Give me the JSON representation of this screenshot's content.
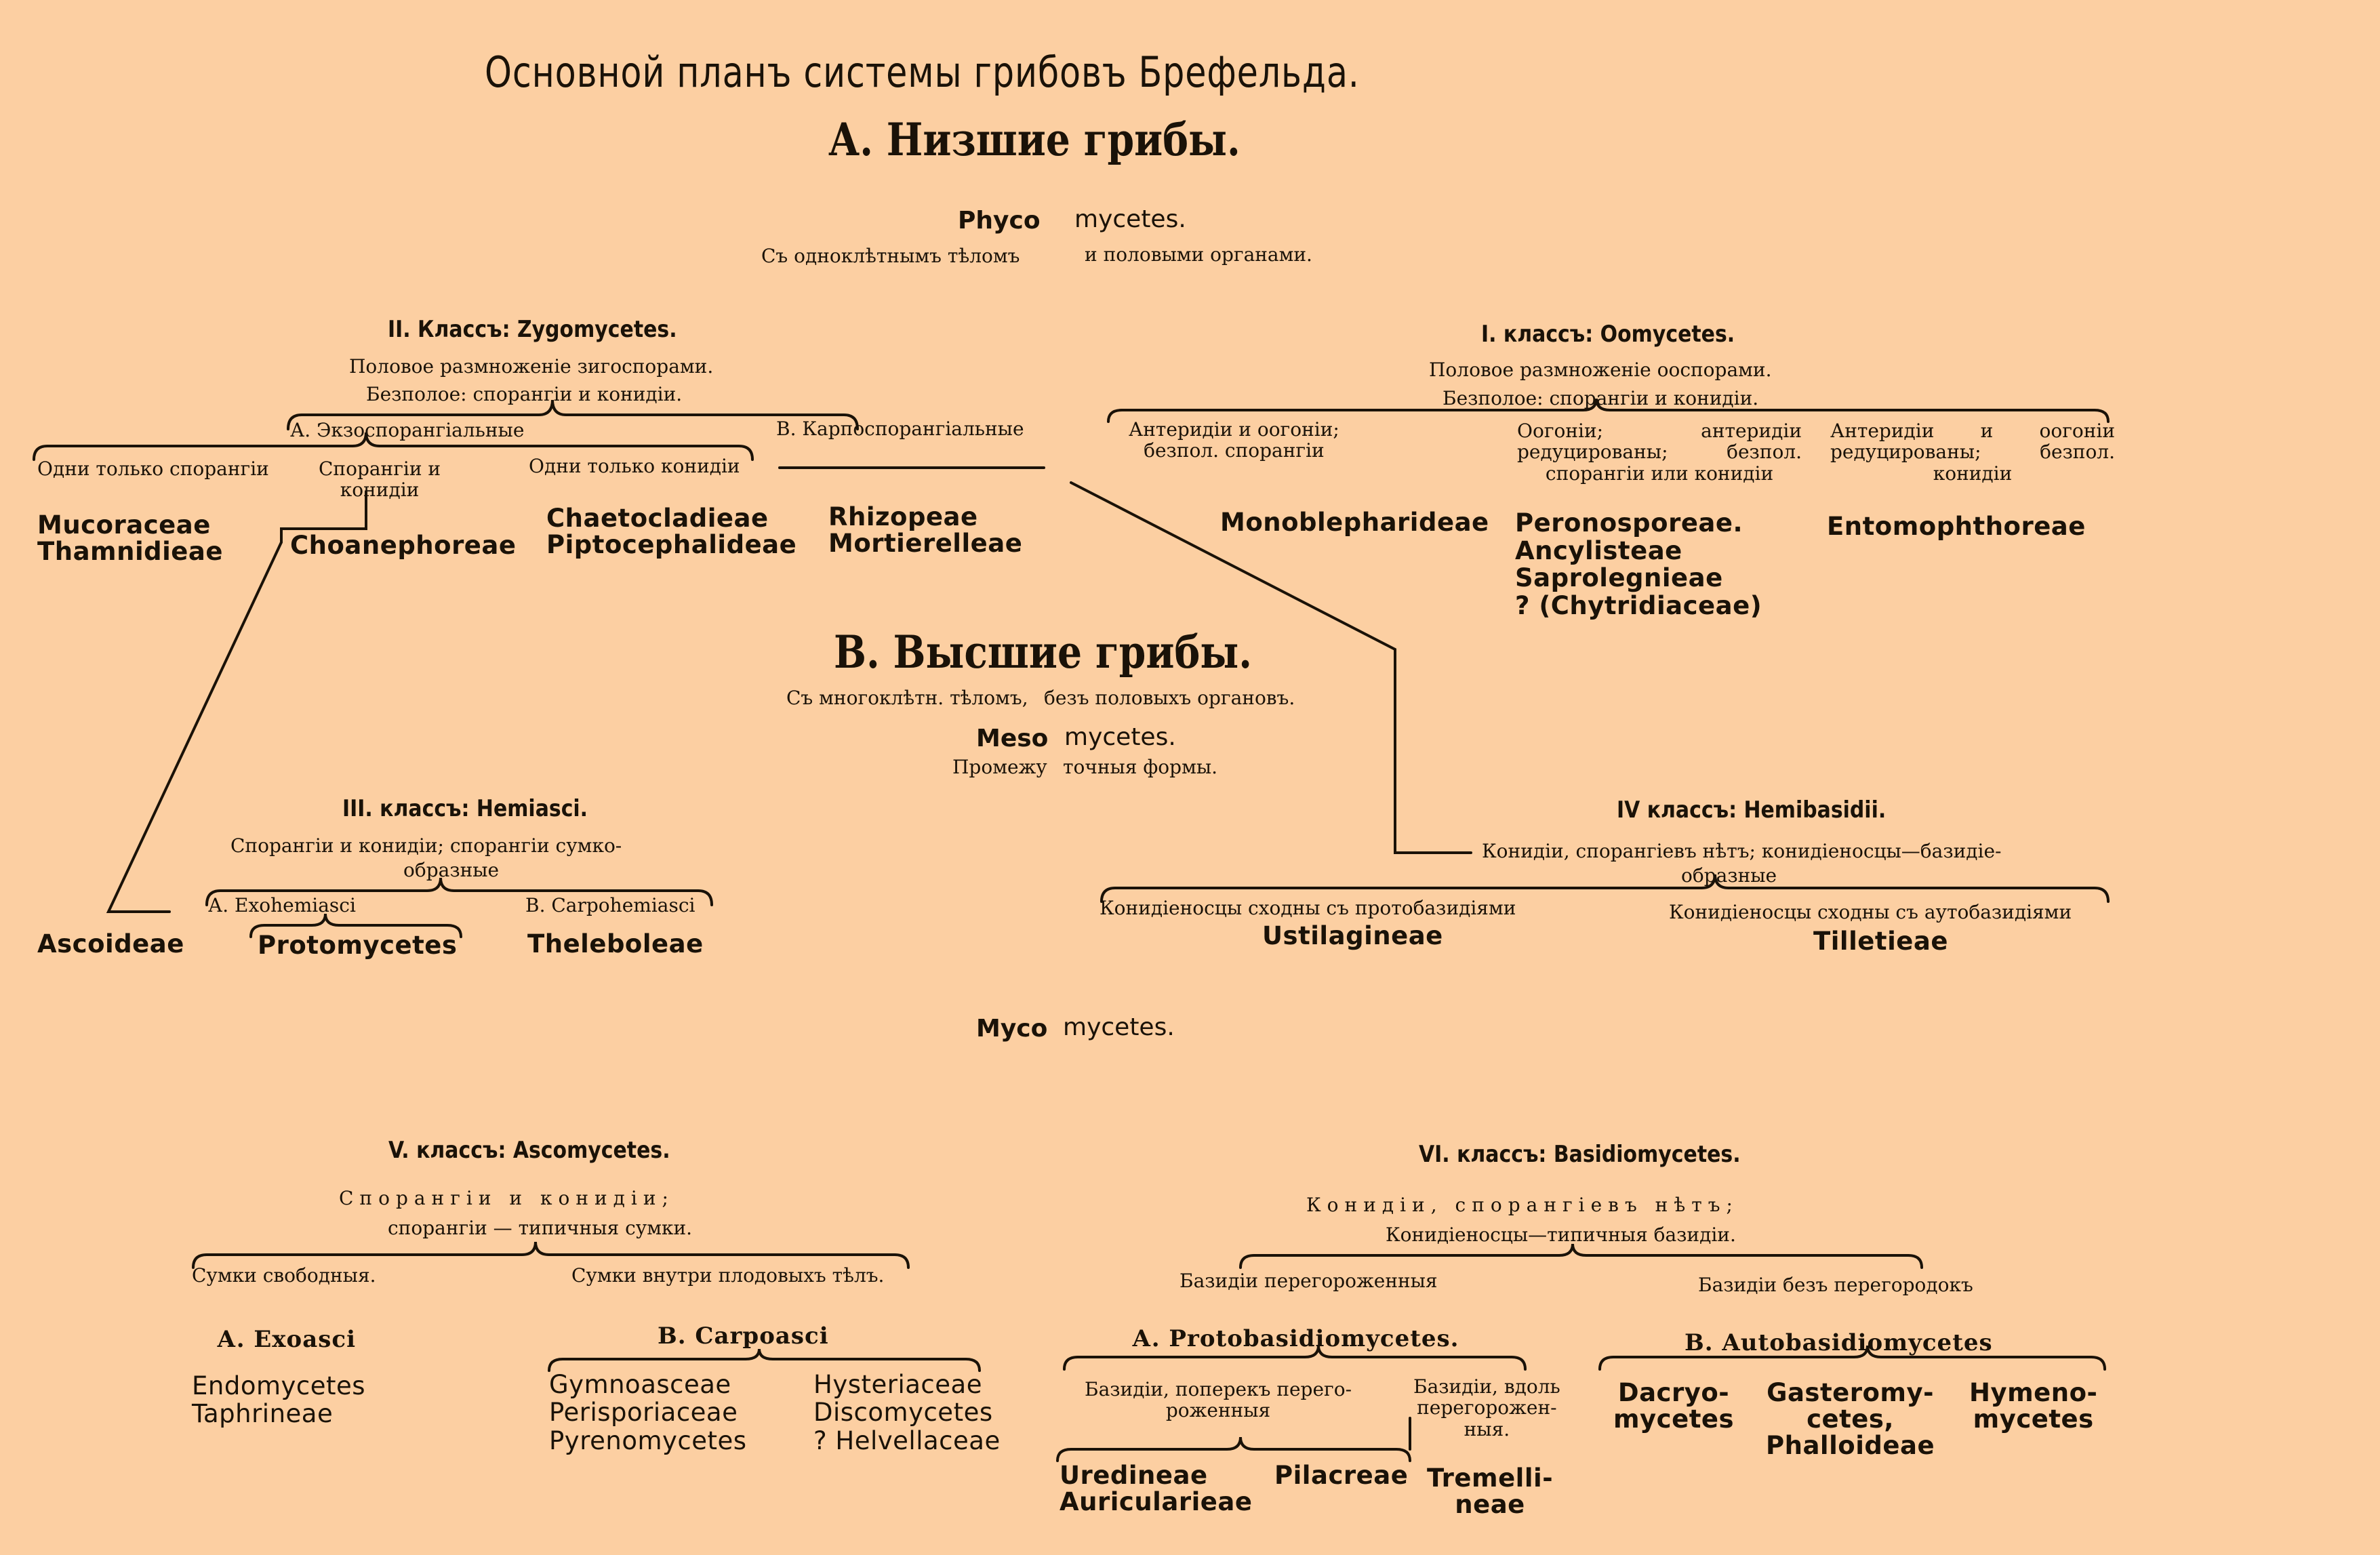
{
  "header": {
    "title": "Основной планъ системы грибовъ Брефельда.",
    "section_a": "А. Низшие грибы."
  },
  "phyco": {
    "name_a": "Phyco",
    "name_b": "mycetes.",
    "desc_a": "Съ одноклѣтнымъ тѣломъ",
    "desc_b": "и половыми органами."
  },
  "zygo": {
    "heading": "II. Классъ: Zygomycetes.",
    "line1": "Половое размноженiе зигоспорами.",
    "line2": "Безполое: спорангiи и конидiи.",
    "group_a": "А. Экзоспорангiальные",
    "group_b": "В. Карпоспорангiальные",
    "col1": "Одни только спорангiи",
    "col2": "Спорангiи и\nконидiи",
    "col3": "Одни только конидiи",
    "taxa1": "Mucoraceae\nThamnidieae",
    "taxa2": "Choanephoreae",
    "taxa3": "Chaetocladieae\nPiptocephalideae",
    "taxa4": "Rhizopeae\nMortierelleae"
  },
  "oomy": {
    "heading": "I. классъ: Oomycetes.",
    "line1": "Половое размноженiе ооспорами.",
    "line2": "Безполое: спорангiи и конидiи.",
    "col1": "Антеридiи и оогонiи;\nбезпол. спорангiи",
    "col2": "Оогонiи; антеридiи редуцированы; безпол. спорангiи или конидiи",
    "col3": "Антеридiи и оогонiи редуцированы; безпол. конидiи",
    "taxa1": "Monoblepharideae",
    "taxa2": "Peronosporeae.\nAncylisteae\nSaprolegnieae\n? (Chytridiaceae)",
    "taxa3": "Entomophthoreae"
  },
  "higher": {
    "section_b": "В. Высшие грибы.",
    "desc_a": "Съ многоклѣтн. тѣломъ,",
    "desc_b": "безъ половыхъ органовъ.",
    "meso_a": "Meso",
    "meso_b": "mycetes.",
    "inter_a": "Промежу",
    "inter_b": "точныя формы."
  },
  "hemiasci": {
    "heading": "III. классъ: Hemiasci.",
    "line1": "Спорангiи и конидiи; спорангiи сумко-",
    "line2": "образные",
    "group_a": "А. Exohemiasci",
    "group_b": "В. Carpohemiasci",
    "taxa1": "Ascoideae",
    "taxa2": "Protomycetes",
    "taxa3": "Theleboleae"
  },
  "hemibas": {
    "heading": "IV классъ: Hemibasidii.",
    "line1": "Конидiи, спорангiевъ нѣтъ; конидiеносцы—базидiе-",
    "line2": "образные",
    "col1": "Конидiеносцы сходны съ протобазидiями",
    "col2": "Конидiеносцы сходны съ аутобазидiями",
    "taxa1": "Ustilagineae",
    "taxa2": "Tilletieae"
  },
  "myco": {
    "name_a": "Myco",
    "name_b": "mycetes."
  },
  "asco": {
    "heading": "V. классъ: Ascomycetes.",
    "line1": "Спорангiи и конидiи;",
    "line2": "спорангiи — типичныя сумки.",
    "col1": "Сумки свободныя.",
    "col2": "Сумки внутри плодовыхъ тѣлъ.",
    "group_a": "А. Exoasci",
    "group_b": "В. Carpoasci",
    "taxa1": "Endomycetes\nTaphrineae",
    "taxa2": "Gymnoasceae\nPerisporiaceae\nPyrenomycetes",
    "taxa3": "Hysteriaceae\nDiscomycetes\n? Helvellaceae"
  },
  "basidio": {
    "heading": "VI. классъ: Basidiomycetes.",
    "line1": "Конидiи, спорангiевъ нѣтъ;",
    "line2": "Конидiеносцы—типичныя базидiи.",
    "col1": "Базидiи перегороженныя",
    "col2": "Базидiи безъ перегородокъ",
    "group_a": "А. Protobasidiomycetes.",
    "group_b": "В. Autobasidiomycetes",
    "sub1": "Базидiи, поперекъ перего-\nроженныя",
    "sub2": "Базидiи, вдоль\nперегорожен-\nныя.",
    "taxa1": "Uredineae\nAuricularieae",
    "taxa2": "Pilacreae",
    "taxa3": "Tremelli-\nneae",
    "taxa4": "Dacryo-\nmycetes",
    "taxa5": "Gasteromy-\ncetes,\nPhalloideae",
    "taxa6": "Hymeno-\nmycetes"
  }
}
